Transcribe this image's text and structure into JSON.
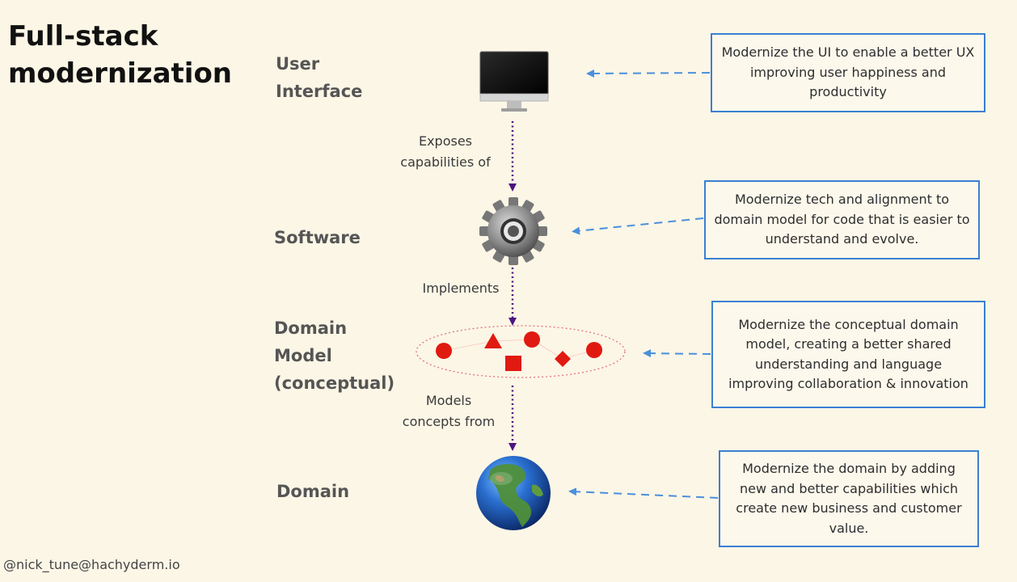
{
  "title": {
    "line1": "Full-stack",
    "line2": "modernization"
  },
  "layers": [
    {
      "lines": [
        "User",
        "Interface"
      ]
    },
    {
      "lines": [
        "Software"
      ]
    },
    {
      "lines": [
        "Domain",
        "Model",
        "(conceptual)"
      ]
    },
    {
      "lines": [
        "Domain"
      ]
    }
  ],
  "connections": [
    {
      "lines": [
        "Exposes",
        "capabilities of"
      ]
    },
    {
      "lines": [
        "Implements"
      ]
    },
    {
      "lines": [
        "Models",
        "concepts from"
      ]
    }
  ],
  "boxes": [
    {
      "lines": [
        "Modernize the UI to enable a better UX",
        "improving user happiness and",
        "productivity"
      ]
    },
    {
      "lines": [
        "Modernize tech and alignment to",
        "domain model for code that is easier to",
        "understand and evolve."
      ]
    },
    {
      "lines": [
        "Modernize the conceptual domain",
        "model, creating a better shared",
        "understanding and language",
        "improving collaboration & innovation"
      ]
    },
    {
      "lines": [
        "Modernize the domain by adding",
        "new and better capabilities which",
        "create new business and customer",
        "value."
      ]
    }
  ],
  "icons": {
    "ui": "computer-monitor-icon",
    "software": "gear-icon",
    "model": "domain-model-shapes-icon",
    "domain": "globe-icon"
  },
  "colors": {
    "background": "#fcf6e6",
    "box_border": "#3b7fd4",
    "dashed_arrow": "#4a8fdc",
    "dotted_arrow": "#5a1a8a",
    "shapes": "#e01a10"
  },
  "footer": "@nick_tune@hachyderm.io"
}
